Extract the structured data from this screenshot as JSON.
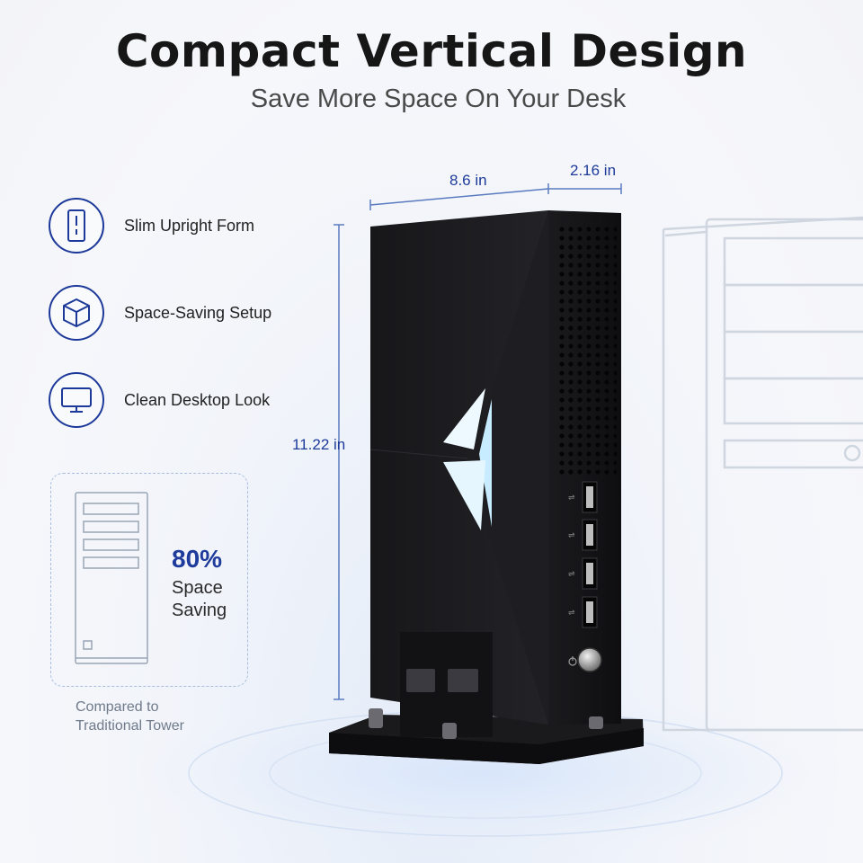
{
  "header": {
    "title": "Compact Vertical Design",
    "subtitle": "Save More Space On Your Desk"
  },
  "features": [
    {
      "icon": "slim-tower-icon",
      "label": "Slim Upright Form"
    },
    {
      "icon": "cube-icon",
      "label": "Space-Saving Setup"
    },
    {
      "icon": "monitor-icon",
      "label": "Clean Desktop Look"
    }
  ],
  "comparison": {
    "percent": "80%",
    "line1": "Space",
    "line2": "Saving",
    "note_line1": "Compared to",
    "note_line2": "Traditional Tower"
  },
  "dimensions": {
    "width": "8.6 in",
    "depth": "2.16 in",
    "height": "11.22 in"
  },
  "colors": {
    "accent": "#1d3a9a",
    "device": "#141416",
    "logo_light": "#d8f2ff"
  }
}
